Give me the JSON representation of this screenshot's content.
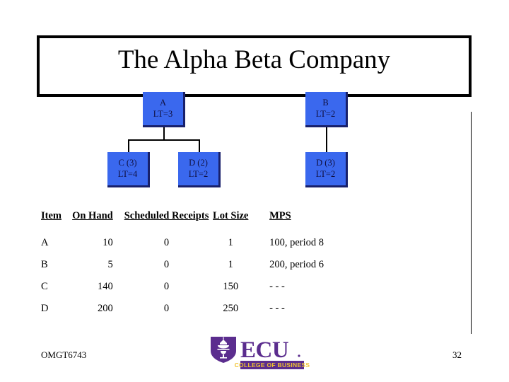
{
  "slide": {
    "title": "The Alpha Beta Company",
    "course_code": "OMGT6743",
    "page_number": "32"
  },
  "bom_tree": {
    "nodes": [
      {
        "id": "A",
        "line1": "A",
        "line2": "LT=3",
        "level": 0
      },
      {
        "id": "B",
        "line1": "B",
        "line2": "LT=2",
        "level": 0
      },
      {
        "id": "C3",
        "line1": "C (3)",
        "line2": "LT=4",
        "level": 1
      },
      {
        "id": "D2",
        "line1": "D (2)",
        "line2": "LT=2",
        "level": 1
      },
      {
        "id": "D3",
        "line1": "D (3)",
        "line2": "LT=2",
        "level": 1
      }
    ],
    "node_fill": "#3A68EE",
    "node_shadow": "#18206B"
  },
  "table": {
    "headers": [
      "Item",
      "On Hand",
      "Scheduled Receipts",
      "Lot Size",
      "MPS"
    ],
    "rows": [
      {
        "item": "A",
        "on_hand": "10",
        "scheduled_receipts": "0",
        "lot_size": "1",
        "mps": "100, period 8"
      },
      {
        "item": "B",
        "on_hand": "5",
        "scheduled_receipts": "0",
        "lot_size": "1",
        "mps": "200, period 6"
      },
      {
        "item": "C",
        "on_hand": "140",
        "scheduled_receipts": "0",
        "lot_size": "150",
        "mps": "- - -"
      },
      {
        "item": "D",
        "on_hand": "200",
        "scheduled_receipts": "0",
        "lot_size": "250",
        "mps": "- - -"
      }
    ]
  },
  "logo": {
    "acronym": "ECU",
    "tagline": "COLLEGE OF BUSINESS",
    "purple": "#5B2D8E",
    "gold": "#F0C330"
  }
}
